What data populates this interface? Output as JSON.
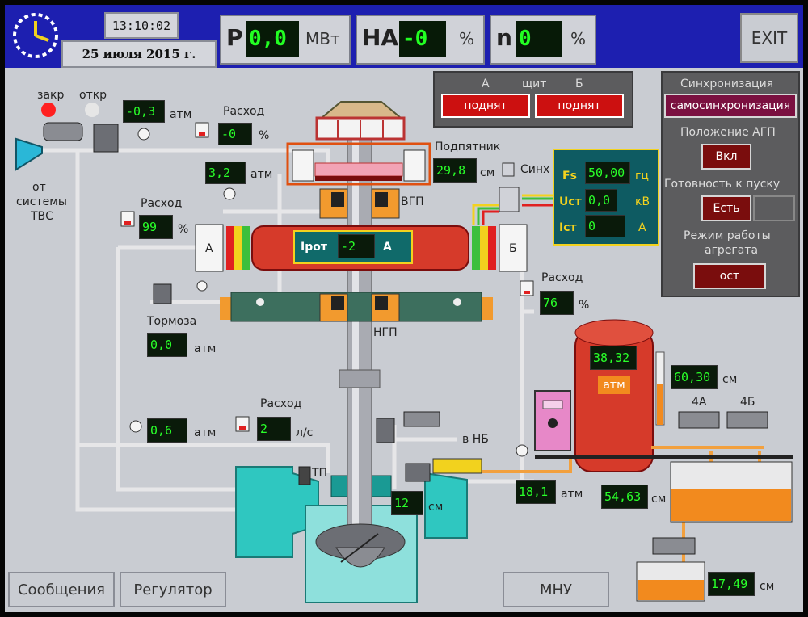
{
  "header": {
    "time": "13:10:02",
    "date": "25 июля 2015 г.",
    "metrics": [
      {
        "label": "P",
        "value": "0,0",
        "unit": "МВт"
      },
      {
        "label": "НА",
        "value": "-0",
        "unit": "%"
      },
      {
        "label": "n",
        "value": "0",
        "unit": "%"
      }
    ],
    "exit_label": "EXIT"
  },
  "shield": {
    "col_a": "А",
    "col_mid": "щит",
    "col_b": "Б",
    "state_a": "поднят",
    "state_b": "поднят"
  },
  "sync_panel": {
    "title": "Синхронизация",
    "mode": "самосинхронизация",
    "agp_title": "Положение АГП",
    "agp_value": "Вкл",
    "ready_title": "Готовность к пуску",
    "ready_value": "Есть",
    "mode_title_1": "Режим работы",
    "mode_title_2": "агрегата",
    "mode_value": "ост"
  },
  "inlet": {
    "closed_label": "закр",
    "open_label": "откр",
    "pressure": "-0,3",
    "pressure_unit": "атм",
    "flow_label": "Расход",
    "flow_value": "-0",
    "flow_unit": "%",
    "source_1": "от",
    "source_2": "системы",
    "source_3": "ТВС"
  },
  "bearing": {
    "pressure": "3,2",
    "pressure_unit": "атм",
    "thrust_label": "Подпятник",
    "thrust_value": "29,8",
    "thrust_unit": "см",
    "vgp_label": "ВГП",
    "ngp_label": "НГП"
  },
  "cooling": {
    "flow_label": "Расход",
    "flow_value": "99",
    "flow_unit": "%"
  },
  "generator": {
    "rotor_label": "Iрот",
    "rotor_value": "-2",
    "rotor_unit": "А",
    "side_a": "А",
    "side_b": "Б",
    "sync_label": "Синх",
    "fs_label": "Fs",
    "fs_value": "50,00",
    "fs_unit": "гц",
    "ust_label": "Uст",
    "ust_value": "0,0",
    "ust_unit": "кВ",
    "ist_label": "Iст",
    "ist_value": "0",
    "ist_unit": "А"
  },
  "right_flow": {
    "label": "Расход",
    "value": "76",
    "unit": "%"
  },
  "brakes": {
    "label": "Тормоза",
    "value": "0,0",
    "unit": "атм"
  },
  "lower": {
    "pressure": "0,6",
    "pressure_unit": "атм",
    "flow_label": "Расход",
    "flow_value": "2",
    "flow_unit": "л/с",
    "tp_label": "ТП",
    "to_nb": "в НБ",
    "gap_value": "12",
    "gap_unit": "см"
  },
  "oil_system": {
    "tank_pressure": "38,32",
    "tank_unit": "атм",
    "level": "60,30",
    "level_unit": "см",
    "pump_4a": "4А",
    "pump_4b": "4Б",
    "pressure_2": "18,1",
    "pressure_2_unit": "атм",
    "sump_level": "54,63",
    "sump_unit": "см",
    "drain_level": "17,49",
    "drain_unit": "см"
  },
  "footer": {
    "messages": "Сообщения",
    "regulator": "Регулятор",
    "mnu": "МНУ"
  },
  "colors": {
    "topbar": "#1d1fb0",
    "readout_bg": "#0a1a0a",
    "readout_fg": "#29ff29",
    "alarm_red": "#cc1010",
    "generator_red": "#d63a2a",
    "turbine_cyan": "#2fc7c0",
    "oil_orange": "#f28a1e"
  },
  "icons": [
    "clock-icon",
    "valve-icon",
    "gauge-icon",
    "pump-icon",
    "brake-icon"
  ]
}
